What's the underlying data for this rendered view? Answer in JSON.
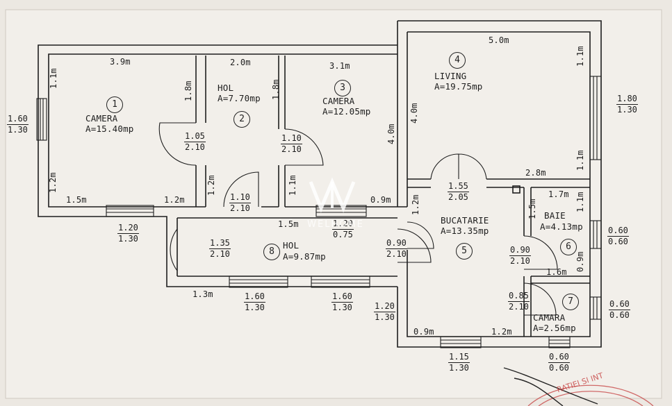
{
  "rooms": [
    {
      "id": "1",
      "name": "CAMERA",
      "area": "A=15.40mp"
    },
    {
      "id": "2",
      "name": "HOL",
      "area": "A=7.70mp"
    },
    {
      "id": "3",
      "name": "CAMERA",
      "area": "A=12.05mp"
    },
    {
      "id": "4",
      "name": "LIVING",
      "area": "A=19.75mp"
    },
    {
      "id": "5",
      "name": "BUCATARIE",
      "area": "A=13.35mp"
    },
    {
      "id": "6",
      "name": "BAIE",
      "area": "A=4.13mp"
    },
    {
      "id": "7",
      "name": "CAMARA",
      "area": "A=2.56mp"
    },
    {
      "id": "8",
      "name": "HOL",
      "area": "A=9.87mp"
    }
  ],
  "dimensions": {
    "d1": "3.9m",
    "d2": "2.0m",
    "d3": "3.1m",
    "d4": "5.0m",
    "d5": "1.1m",
    "d6": "1.8m",
    "d7": "1.8m",
    "d8": "4.0m",
    "d9": "4.0m",
    "d10": "1.1m",
    "d11": "1.1m",
    "d12": "1.2m",
    "d13": "1.5m",
    "d14": "1.2m",
    "d15": "1.2m",
    "d16": "1.1m",
    "d17": "0.9m",
    "d18": "2.8m",
    "d19": "1.7m",
    "d20": "1.1m",
    "d21": "1.5m",
    "d22": "1.2m",
    "d23": "1.5m",
    "d24": "1.3m",
    "d25": "0.9m",
    "d26": "1.6m",
    "d27": "0.9m",
    "d28": "1.2m"
  },
  "openings": [
    {
      "id": "o1",
      "top": "1.60",
      "bottom": "1.30"
    },
    {
      "id": "o2",
      "top": "1.05",
      "bottom": "2.10"
    },
    {
      "id": "o3",
      "top": "1.10",
      "bottom": "2.10"
    },
    {
      "id": "o4",
      "top": "1.10",
      "bottom": "2.10"
    },
    {
      "id": "o5",
      "top": "1.20",
      "bottom": "1.30"
    },
    {
      "id": "o6",
      "top": "1.35",
      "bottom": "2.10"
    },
    {
      "id": "o7",
      "top": "1.20",
      "bottom": "0.75"
    },
    {
      "id": "o8",
      "top": "0.90",
      "bottom": "2.10"
    },
    {
      "id": "o9",
      "top": "1.55",
      "bottom": "2.05"
    },
    {
      "id": "o10",
      "top": "0.90",
      "bottom": "2.10"
    },
    {
      "id": "o11",
      "top": "0.85",
      "bottom": "2.10"
    },
    {
      "id": "o12",
      "top": "1.60",
      "bottom": "1.30"
    },
    {
      "id": "o13",
      "top": "1.60",
      "bottom": "1.30"
    },
    {
      "id": "o14",
      "top": "1.20",
      "bottom": "1.30"
    },
    {
      "id": "o15",
      "top": "1.15",
      "bottom": "1.30"
    },
    {
      "id": "o16",
      "top": "0.60",
      "bottom": "0.60"
    },
    {
      "id": "o17",
      "top": "1.80",
      "bottom": "1.30"
    },
    {
      "id": "o18",
      "top": "0.60",
      "bottom": "0.60"
    },
    {
      "id": "o19",
      "top": "0.60",
      "bottom": "0.60"
    }
  ],
  "watermark": {
    "brand": "WELHOME"
  },
  "stamp": {
    "text": "RATIEI SI INT"
  },
  "colors": {
    "paper": "#ece8e2",
    "ink": "#1d1d1d",
    "stamp": "#c43c3c",
    "watermark": "#ffffff"
  }
}
